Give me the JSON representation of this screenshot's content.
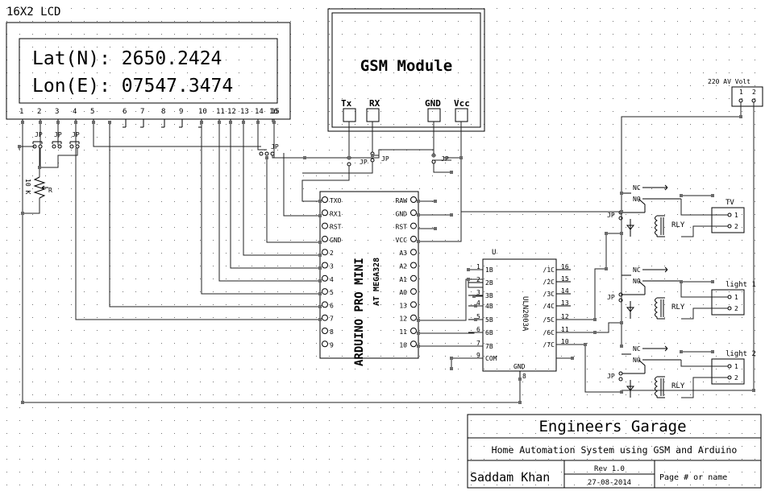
{
  "lcd": {
    "label": "16X2 LCD",
    "line1": "Lat(N): 2650.2424",
    "line2": "Lon(E): 07547.3474",
    "pins": [
      "1",
      "2",
      "3",
      "4",
      "5",
      "6",
      "7",
      "8",
      "9",
      "10",
      "11",
      "12",
      "13",
      "14",
      "15",
      "16"
    ]
  },
  "gsm": {
    "title": "GSM Module",
    "pins": [
      "Tx",
      "RX",
      "GND",
      "Vcc"
    ]
  },
  "jumpers": {
    "label": "JP"
  },
  "pot": {
    "label": "10 K",
    "ref": "R"
  },
  "arduino": {
    "name": "ARDUINO PRO MINI",
    "chip": "AT MEGA328",
    "left_pins": [
      "TXO",
      "RX1",
      "RST",
      "GND",
      "2",
      "3",
      "4",
      "5",
      "6",
      "7",
      "8",
      "9"
    ],
    "right_pins": [
      "RAW",
      "GND",
      "RST",
      "VCC",
      "A3",
      "A2",
      "A1",
      "A0",
      "13",
      "12",
      "11",
      "10"
    ]
  },
  "driver": {
    "ref": "U",
    "name": "ULN2003A",
    "left_nums": [
      "1",
      "2",
      "3",
      "4",
      "5",
      "6",
      "7",
      "9"
    ],
    "left_labels": [
      "1B",
      "2B",
      "3B",
      "4B",
      "5B",
      "6B",
      "7B",
      "COM"
    ],
    "right_nums": [
      "16",
      "15",
      "14",
      "13",
      "12",
      "11",
      "10"
    ],
    "right_labels": [
      "/1C",
      "/2C",
      "/3C",
      "/4C",
      "/5C",
      "/6C",
      "/7C"
    ],
    "gnd_label": "GND",
    "gnd_pin": "8"
  },
  "power": {
    "label": "220 AV Volt",
    "pins": [
      "1",
      "2"
    ]
  },
  "relays": [
    {
      "nc": "NC",
      "no": "NO",
      "label": "RLY",
      "load": "TV"
    },
    {
      "nc": "NC",
      "no": "NO",
      "label": "RLY",
      "load": "light 1"
    },
    {
      "nc": "NC",
      "no": "NO",
      "label": "RLY",
      "load": "light 2"
    }
  ],
  "load_pins": [
    "1",
    "2"
  ],
  "title_block": {
    "company": "Engineers Garage",
    "project": "Home Automation System using GSM and Arduino",
    "author": "Saddam Khan",
    "rev": "Rev 1.0",
    "date": "27-08-2014",
    "page": "Page # or name"
  },
  "colors": {
    "wire": "#222222",
    "junction": "#6b6b6b",
    "grid_dot": "#000000"
  }
}
